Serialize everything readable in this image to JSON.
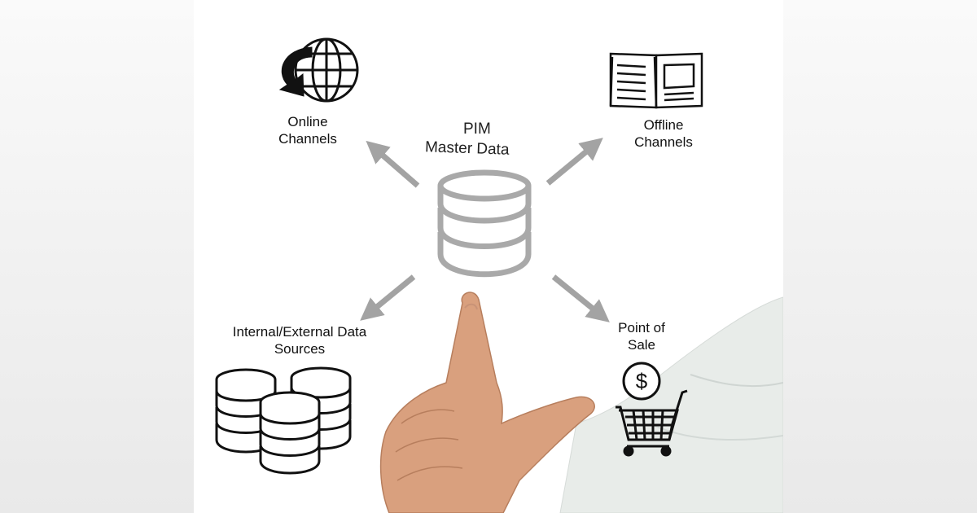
{
  "center": {
    "line1": "PIM",
    "line2": "Master Data"
  },
  "nodes": {
    "online": {
      "line1": "Online",
      "line2": "Channels",
      "icon": "globe-download-icon"
    },
    "offline": {
      "line1": "Offline",
      "line2": "Channels",
      "icon": "open-book-icon"
    },
    "sources": {
      "line1": "Internal/External Data",
      "line2": "Sources",
      "icon": "database-stacks-icon"
    },
    "pos": {
      "line1": "Point of",
      "line2": "Sale",
      "icon": "shopping-cart-dollar-icon",
      "symbol": "$"
    }
  },
  "colors": {
    "arrow": "#a3a3a3",
    "center_db": "#a9a9a9",
    "icon_stroke": "#111111",
    "skin": "#d9a07e",
    "shirt": "#e8ece9"
  }
}
